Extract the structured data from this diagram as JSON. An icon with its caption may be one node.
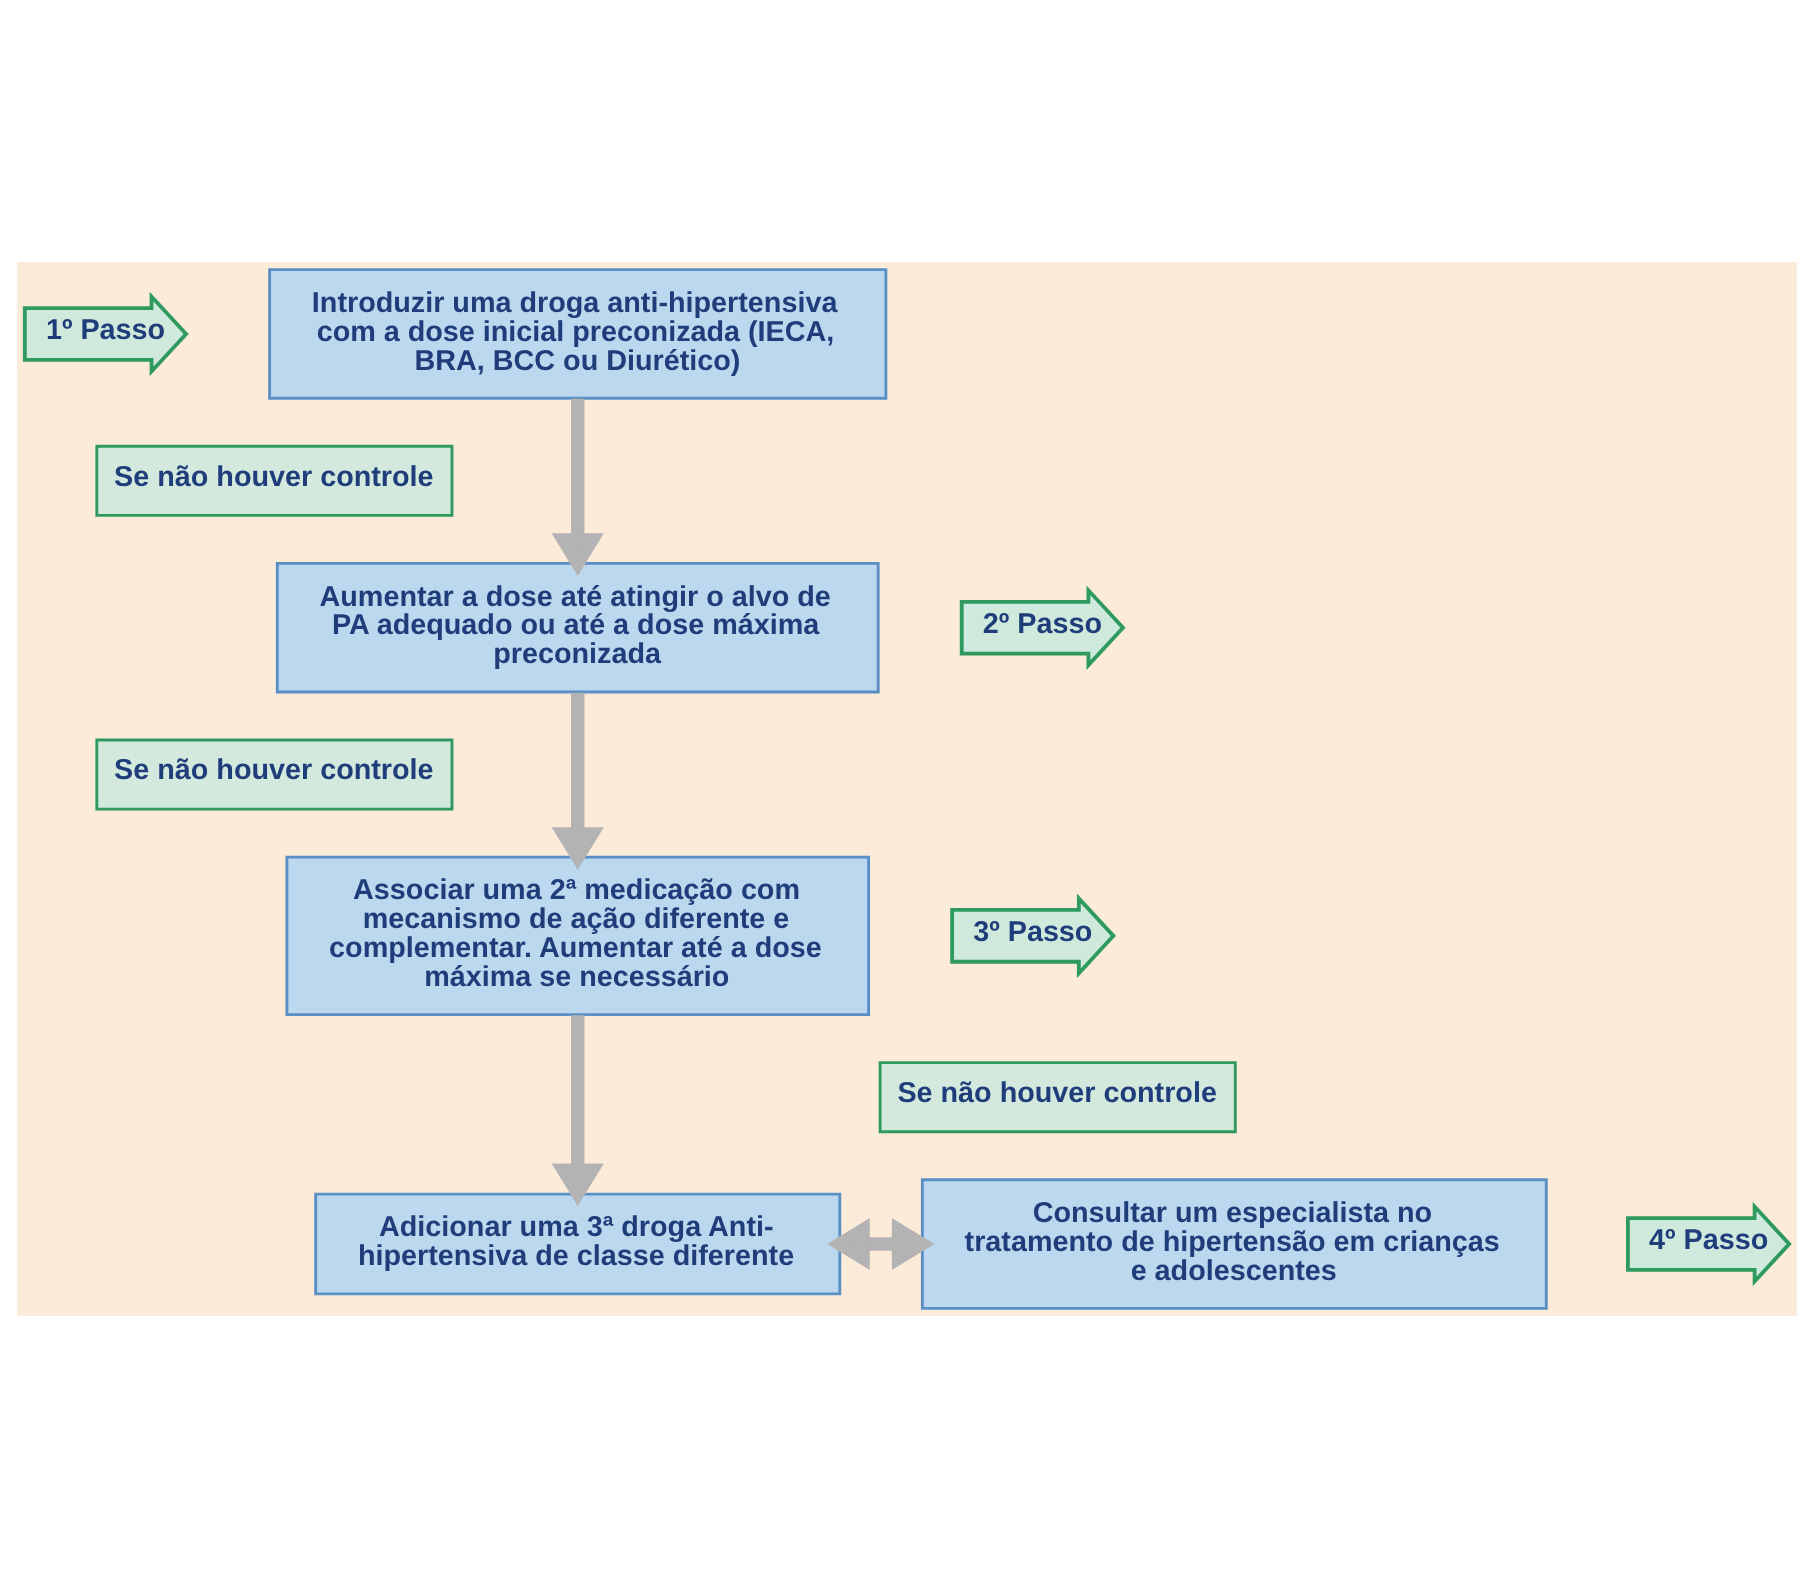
{
  "diagram": {
    "nodes": [
      {
        "text": [
          "1º Passo"
        ]
      },
      {
        "text": [
          "Introduzir uma droga anti-hipertensiva com a dose inicial preconizada (IECA, BRA, BCC ou Diurético)"
        ]
      },
      {
        "text": [
          "Se não houver controle"
        ]
      },
      {
        "text": [
          "2º Passo"
        ]
      },
      {
        "text": [
          "Aumentar a dose até atingir o alvo de PA adequado ou até a dose máxima preconizada"
        ]
      },
      {
        "text": [
          "Se não houver controle"
        ]
      },
      {
        "text": [
          "3º Passo"
        ]
      },
      {
        "text": [
          "Associar uma 2ª medicação com mecanismo de ação diferente e complementar. Aumentar até a dose máxima se necessário"
        ]
      },
      {
        "text": [
          "Se não houver controle"
        ]
      },
      {
        "text": [
          "4º Passo"
        ]
      },
      {
        "text": [
          "Adicionar uma 3ª droga Anti-hipertensiva de classe diferente"
        ]
      },
      {
        "text": [
          "Consultar um especialista no tratamento de hipertensão em crianças e adolescentes"
        ]
      }
    ],
    "edges": [
      {
        "from": 1,
        "to": 4,
        "arrow": "to"
      },
      {
        "from": 4,
        "to": 7,
        "arrow": "to"
      },
      {
        "from": 7,
        "to": 10,
        "arrow": "to"
      },
      {
        "from": 10,
        "to": 11,
        "arrow": "both"
      }
    ]
  }
}
